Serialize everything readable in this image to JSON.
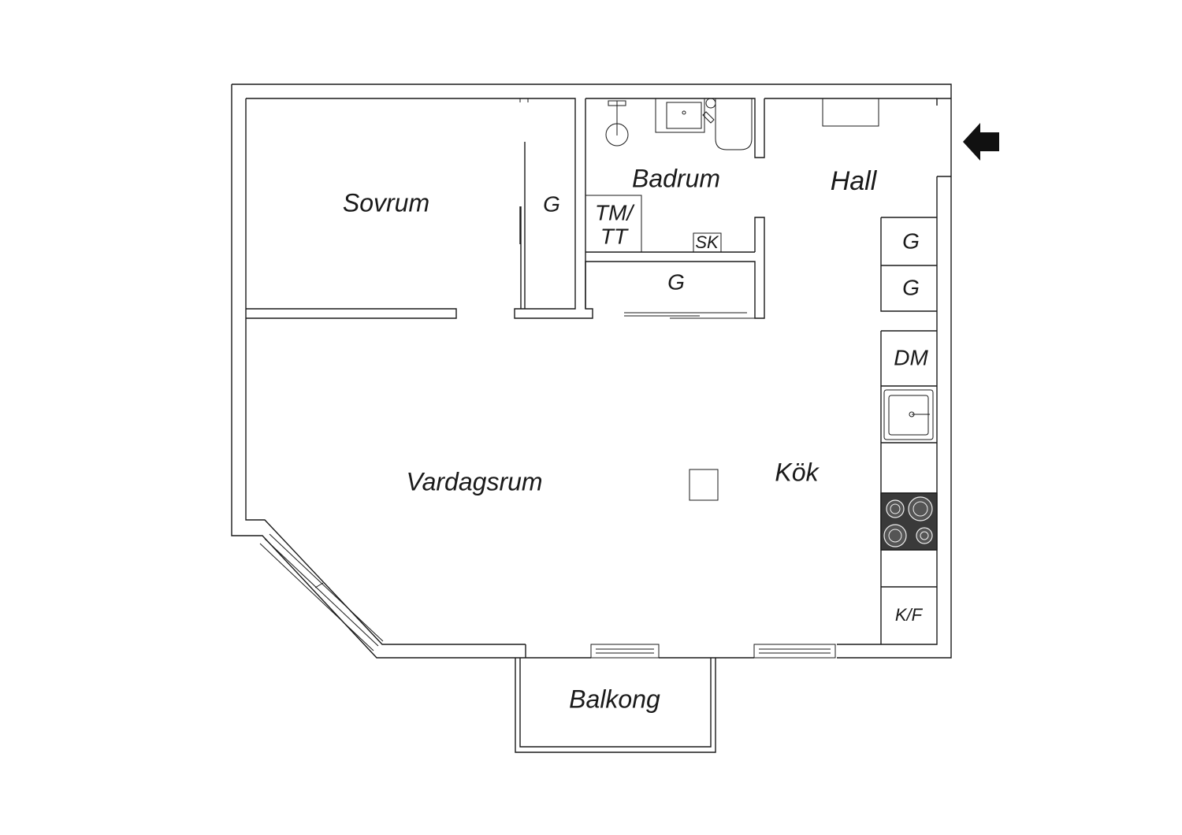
{
  "rooms": {
    "sovrum": "Sovrum",
    "badrum": "Badrum",
    "hall": "Hall",
    "vardagsrum": "Vardagsrum",
    "kok": "Kök",
    "balkong": "Balkong"
  },
  "fixtures": {
    "garderob": "G",
    "tm_tt_line1": "TM/",
    "tm_tt_line2": "TT",
    "sk": "SK",
    "dm": "DM",
    "kf": "K/F"
  },
  "colors": {
    "wall": "#1a1a1a",
    "stove": "#3a3a3a",
    "background": "#ffffff"
  },
  "icons": {
    "entrance": "entrance-arrow-icon"
  }
}
